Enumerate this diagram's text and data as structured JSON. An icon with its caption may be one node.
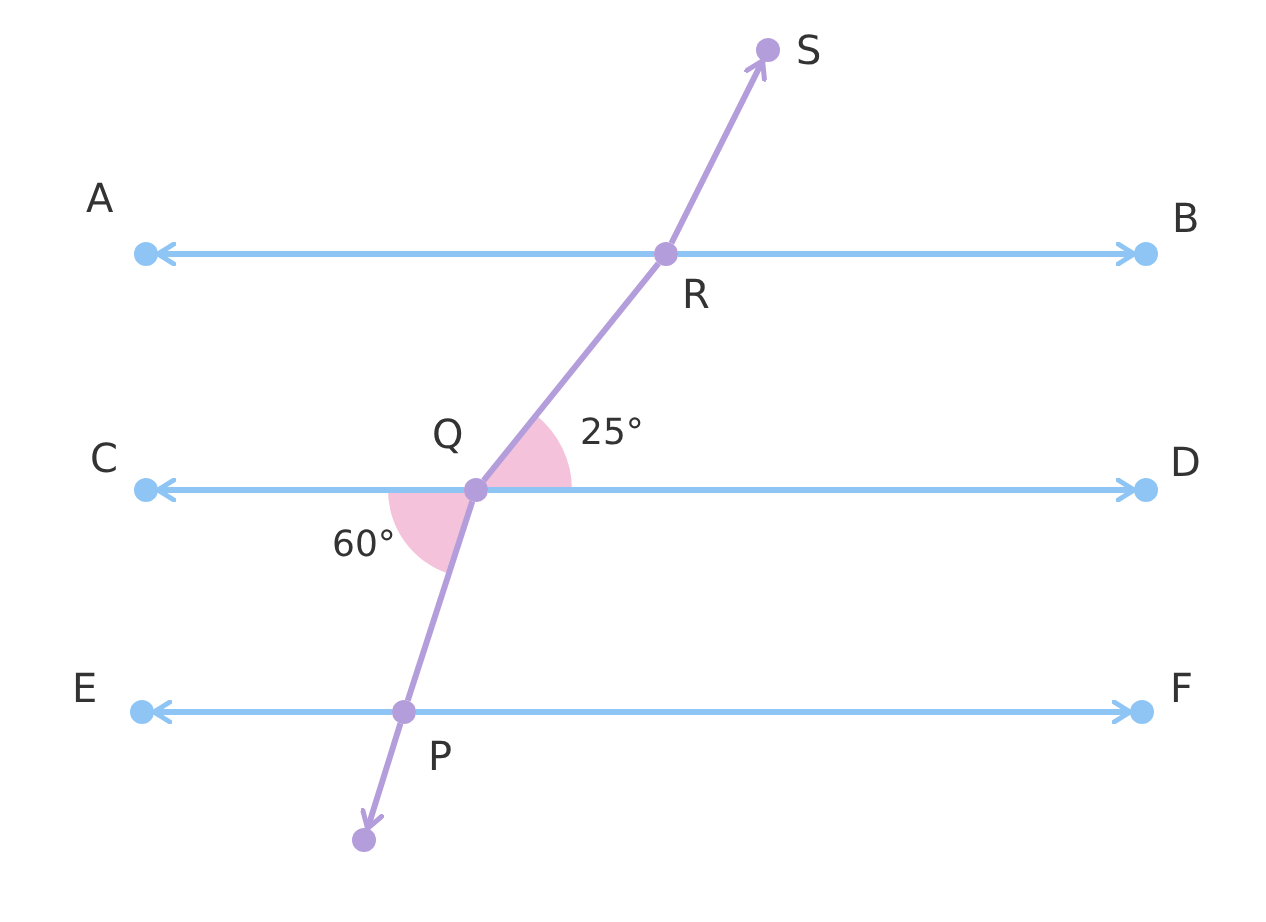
{
  "diagram": {
    "nodes": [
      {
        "text": [
          "S"
        ]
      },
      {
        "text": [
          "A"
        ]
      },
      {
        "text": [
          "B"
        ]
      },
      {
        "text": [
          "R"
        ]
      },
      {
        "text": [
          "C"
        ]
      },
      {
        "text": [
          "Q"
        ]
      },
      {
        "text": [
          "D"
        ]
      },
      {
        "text": [
          "E"
        ]
      },
      {
        "text": [
          "P"
        ]
      },
      {
        "text": [
          "F"
        ]
      },
      {
        "text": [],
        "shape": "circle"
      }
    ],
    "edges": [
      {
        "from": 3,
        "to": 1,
        "arrow": "to"
      },
      {
        "from": 3,
        "to": 2,
        "arrow": "to"
      },
      {
        "from": 5,
        "to": 4,
        "arrow": "to"
      },
      {
        "from": 5,
        "to": 6,
        "arrow": "to"
      },
      {
        "from": 8,
        "to": 7,
        "arrow": "to"
      },
      {
        "from": 8,
        "to": 9,
        "arrow": "to"
      },
      {
        "from": 3,
        "to": 0,
        "arrow": "to",
        "color": "#b39ddb"
      },
      {
        "from": 5,
        "to": 3,
        "arrow": "none",
        "color": "#b39ddb"
      },
      {
        "from": 8,
        "to": 5,
        "arrow": "none",
        "color": "#b39ddb"
      },
      {
        "from": 8,
        "to": 10,
        "arrow": "to",
        "color": "#b39ddb"
      }
    ],
    "labels": [
      "25°",
      "60°"
    ]
  }
}
